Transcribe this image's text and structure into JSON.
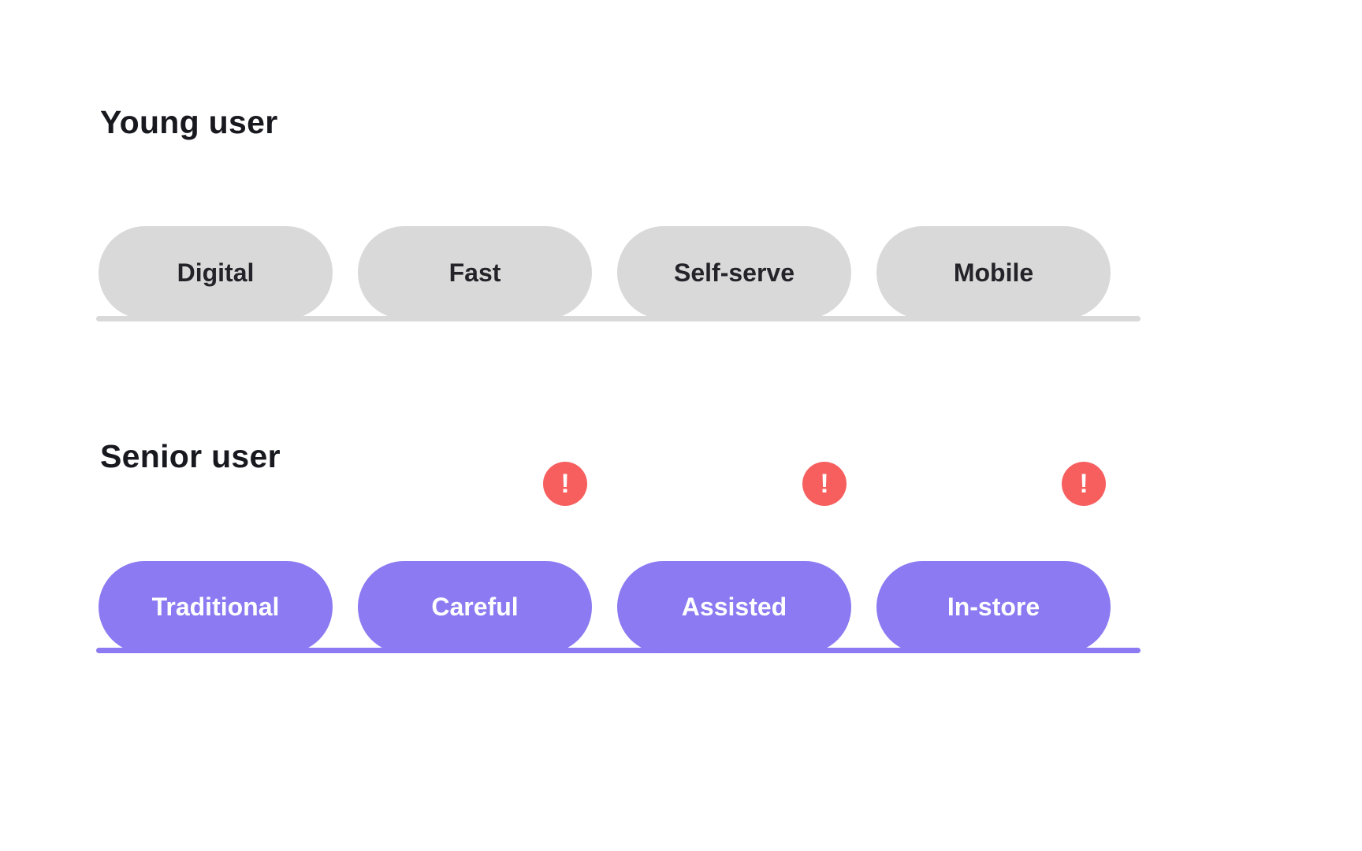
{
  "sections": [
    {
      "id": "young-user",
      "title": "Young user",
      "variant": "neutral",
      "tags": [
        {
          "label": "Digital",
          "alert": false
        },
        {
          "label": "Fast",
          "alert": false
        },
        {
          "label": "Self-serve",
          "alert": false
        },
        {
          "label": "Mobile",
          "alert": false
        }
      ]
    },
    {
      "id": "senior-user",
      "title": "Senior user",
      "variant": "accent",
      "tags": [
        {
          "label": "Traditional",
          "alert": false
        },
        {
          "label": "Careful",
          "alert": true
        },
        {
          "label": "Assisted",
          "alert": true
        },
        {
          "label": "In-store",
          "alert": true
        }
      ]
    }
  ],
  "icons": {
    "alert_glyph": "!"
  },
  "colors": {
    "background": "#ffffff",
    "title_text": "#18181f",
    "neutral_pill": "#d9d9d9",
    "neutral_pill_text": "#232329",
    "accent_pill": "#8b7af2",
    "accent_pill_text": "#ffffff",
    "alert_badge": "#f75f5f",
    "alert_badge_glyph": "#ffffff"
  }
}
